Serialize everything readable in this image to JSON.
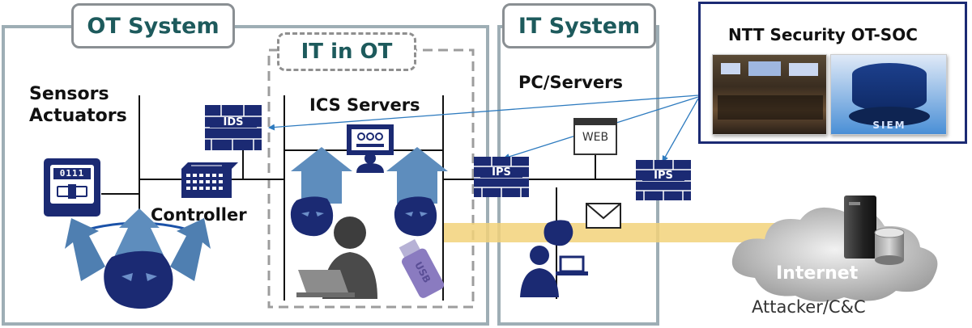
{
  "labels": {
    "ot_system": "OT System",
    "it_in_ot": "IT in OT",
    "it_system": "IT System",
    "soc_title": "NTT Security OT-SOC",
    "sensors": "Sensors",
    "actuators": "Actuators",
    "controller": "Controller",
    "ics_servers": "ICS Servers",
    "pc_servers": "PC/Servers",
    "internet": "Internet",
    "attacker": "Attacker/C&C"
  },
  "devices": {
    "ids": "IDS",
    "ips_left": "IPS",
    "ips_right": "IPS",
    "web": "WEB",
    "usb": "USB",
    "siem": "SIEM",
    "meter_digits": "0111"
  },
  "colors": {
    "navy": "#1b2a73",
    "zone_border": "#9eaeb5",
    "tab_text": "#1d5a5c",
    "arrow_blue": "#4f7fb1",
    "flow_yellow": "#f2d27a",
    "soc_line": "#2e7bbf"
  }
}
